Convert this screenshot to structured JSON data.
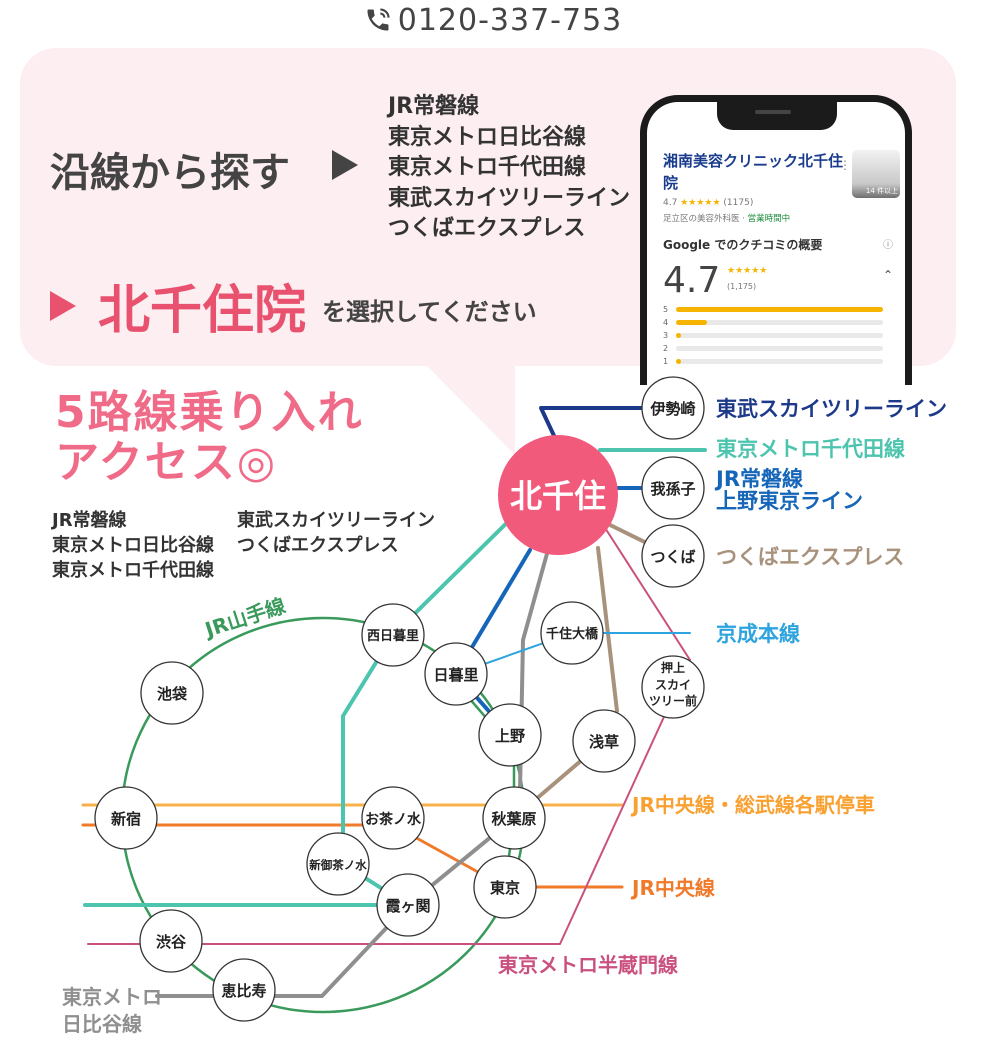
{
  "header": {
    "phone_icon": "phone-icon",
    "phone_number": "0120-337-753"
  },
  "search": {
    "title": "沿線から探す",
    "lines": [
      "JR常磐線",
      "東京メトロ日比谷線",
      "東京メトロ千代田線",
      "東武スカイツリーライン",
      "つくばエクスプレス"
    ],
    "clinic": "北千住院",
    "suffix": "を選択してください"
  },
  "phone_screen": {
    "title": "湘南美容クリニック北千住院",
    "thumb_label": "14 件以上",
    "rating": "4.7",
    "stars": "★★★★★",
    "count": "(1175)",
    "category": "足立区の美容外科医 · ",
    "open_status": "営業時間中",
    "review_heading": "Google でのクチコミの概要",
    "big_rating": "4.7",
    "count2": "(1,175)",
    "distribution": [
      {
        "label": "5",
        "fraction": 1.0
      },
      {
        "label": "4",
        "fraction": 0.15
      },
      {
        "label": "3",
        "fraction": 0.01
      },
      {
        "label": "2",
        "fraction": 0.0
      },
      {
        "label": "1",
        "fraction": 0.01
      }
    ]
  },
  "access": {
    "title_line1": "5路線乗り入れ",
    "title_line2": "アクセス◎",
    "lines": [
      "JR常磐線",
      "東武スカイツリーライン",
      "東京メトロ日比谷線",
      "つくばエクスプレス",
      "東京メトロ千代田線"
    ]
  },
  "map": {
    "hub": "北千住",
    "stations": {
      "isesaki": "伊勢崎",
      "abiko": "我孫子",
      "tsukuba": "つくば",
      "senju_ohashi": "千住大橋",
      "oshiage_1": "押上",
      "oshiage_2": "スカイ",
      "oshiage_3": "ツリー前",
      "nishinippori": "西日暮里",
      "nippori": "日暮里",
      "ueno": "上野",
      "asakusa": "浅草",
      "ikebukuro": "池袋",
      "shinjuku": "新宿",
      "ochanomizu": "お茶ノ水",
      "akihabara": "秋葉原",
      "shin_ochanomizu": "新御茶ノ水",
      "kasumigaseki": "霞ヶ関",
      "tokyo": "東京",
      "shibuya": "渋谷",
      "ebisu": "恵比寿"
    },
    "line_labels": {
      "tobu": "東武スカイツリーライン",
      "chiyoda": "東京メトロ千代田線",
      "joban_1": "JR常磐線",
      "joban_2": "上野東京ライン",
      "tx": "つくばエクスプレス",
      "keisei": "京成本線",
      "yamanote": "JR山手線",
      "chuo_sobu": "JR中央線・総武線各駅停車",
      "chuo": "JR中央線",
      "hanzomon": "東京メトロ半蔵門線",
      "hibiya_1": "東京メトロ",
      "hibiya_2": "日比谷線"
    },
    "colors": {
      "tobu": "#1d3a8a",
      "chiyoda": "#4cc4ae",
      "joban": "#1565b8",
      "tx": "#a8927c",
      "keisei": "#2ea4de",
      "yamanote": "#3a9a5c",
      "chuo_sobu": "#f8b04a",
      "chuo": "#f07a2a",
      "hanzomon": "#c9507f",
      "hibiya": "#8f8f8f",
      "hub": "#f25a7c",
      "accent": "#e8526e"
    }
  }
}
